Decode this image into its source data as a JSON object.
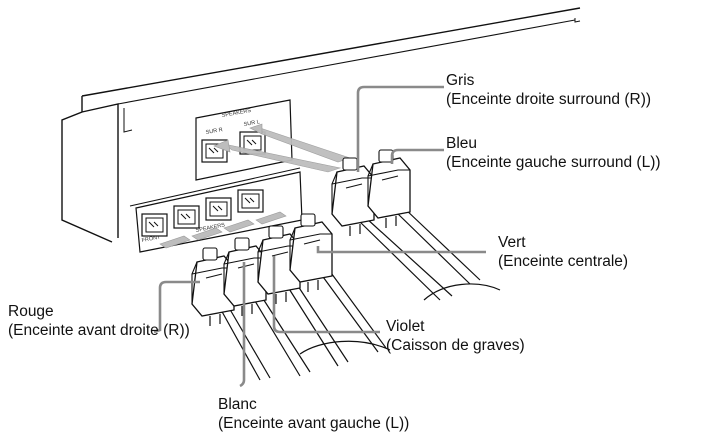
{
  "panel": {
    "speakers_header": "SPEAKERS",
    "sur_r": "SUR R",
    "sur_l": "SUR L",
    "front_small": "FRONT",
    "speakers_small": "SPEAKERS"
  },
  "labels": {
    "gris": {
      "color": "Gris",
      "desc": "(Enceinte droite surround (R))"
    },
    "bleu": {
      "color": "Bleu",
      "desc": "(Enceinte gauche surround (L))"
    },
    "vert": {
      "color": "Vert",
      "desc": "(Enceinte centrale)"
    },
    "rouge": {
      "color": "Rouge",
      "desc": "(Enceinte avant droite (R))"
    },
    "violet": {
      "color": "Violet",
      "desc": "(Caisson de graves)"
    },
    "blanc": {
      "color": "Blanc",
      "desc": "(Enceinte avant gauche (L))"
    }
  }
}
